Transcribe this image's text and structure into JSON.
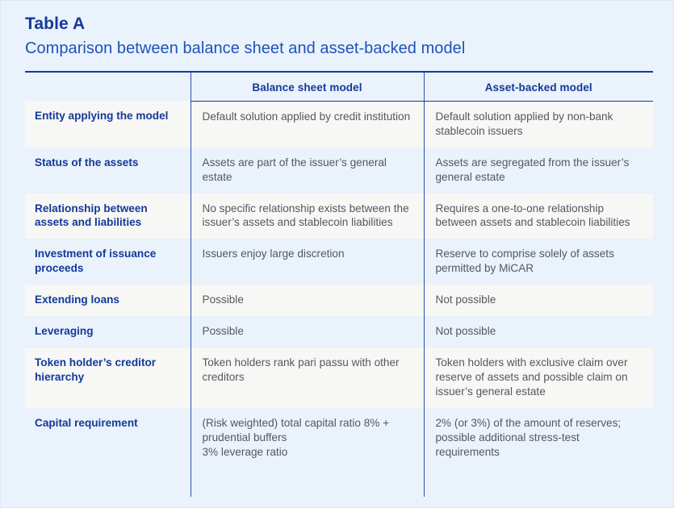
{
  "heading": {
    "label": "Table A",
    "caption": "Comparison between balance sheet and asset-backed model"
  },
  "colors": {
    "page_background": "#eaf2fb",
    "heading_navy": "#14399a",
    "caption_blue": "#1f52b8",
    "rule_navy": "#14399a",
    "divider_blue": "#2a4fa8",
    "body_text": "#55585c",
    "band_light": "#f7f7f5",
    "band_blue": "#eaf2fb"
  },
  "table": {
    "columns": [
      {
        "key": "label",
        "header": ""
      },
      {
        "key": "balance_sheet",
        "header": "Balance sheet model"
      },
      {
        "key": "asset_backed",
        "header": "Asset-backed model"
      }
    ],
    "rows": [
      {
        "label": "Entity applying the model",
        "balance_sheet": "Default solution applied by credit institution",
        "asset_backed": "Default solution applied by non-bank stablecoin issuers"
      },
      {
        "label": "Status of the assets",
        "balance_sheet": "Assets are part of the issuer’s general estate",
        "asset_backed": "Assets are segregated from the issuer’s general estate"
      },
      {
        "label": "Relationship between assets and liabilities",
        "balance_sheet": "No specific relationship exists between the issuer’s assets and stablecoin liabilities",
        "asset_backed": "Requires a one-to-one relationship between assets and stablecoin liabilities"
      },
      {
        "label": "Investment of issuance proceeds",
        "balance_sheet": "Issuers enjoy large discretion",
        "asset_backed": "Reserve to comprise solely of assets permitted by MiCAR"
      },
      {
        "label": "Extending loans",
        "balance_sheet": "Possible",
        "asset_backed": "Not possible"
      },
      {
        "label": "Leveraging",
        "balance_sheet": "Possible",
        "asset_backed": "Not possible"
      },
      {
        "label": "Token holder’s creditor hierarchy",
        "balance_sheet": "Token holders rank pari passu with other creditors",
        "asset_backed": "Token holders with exclusive claim over reserve of assets and possible claim on issuer’s general estate"
      },
      {
        "label": "Capital requirement",
        "balance_sheet": "(Risk weighted) total capital ratio 8% + prudential buffers\n3% leverage ratio",
        "asset_backed": "2% (or 3%) of the amount of reserves; possible additional stress-test requirements"
      }
    ]
  }
}
